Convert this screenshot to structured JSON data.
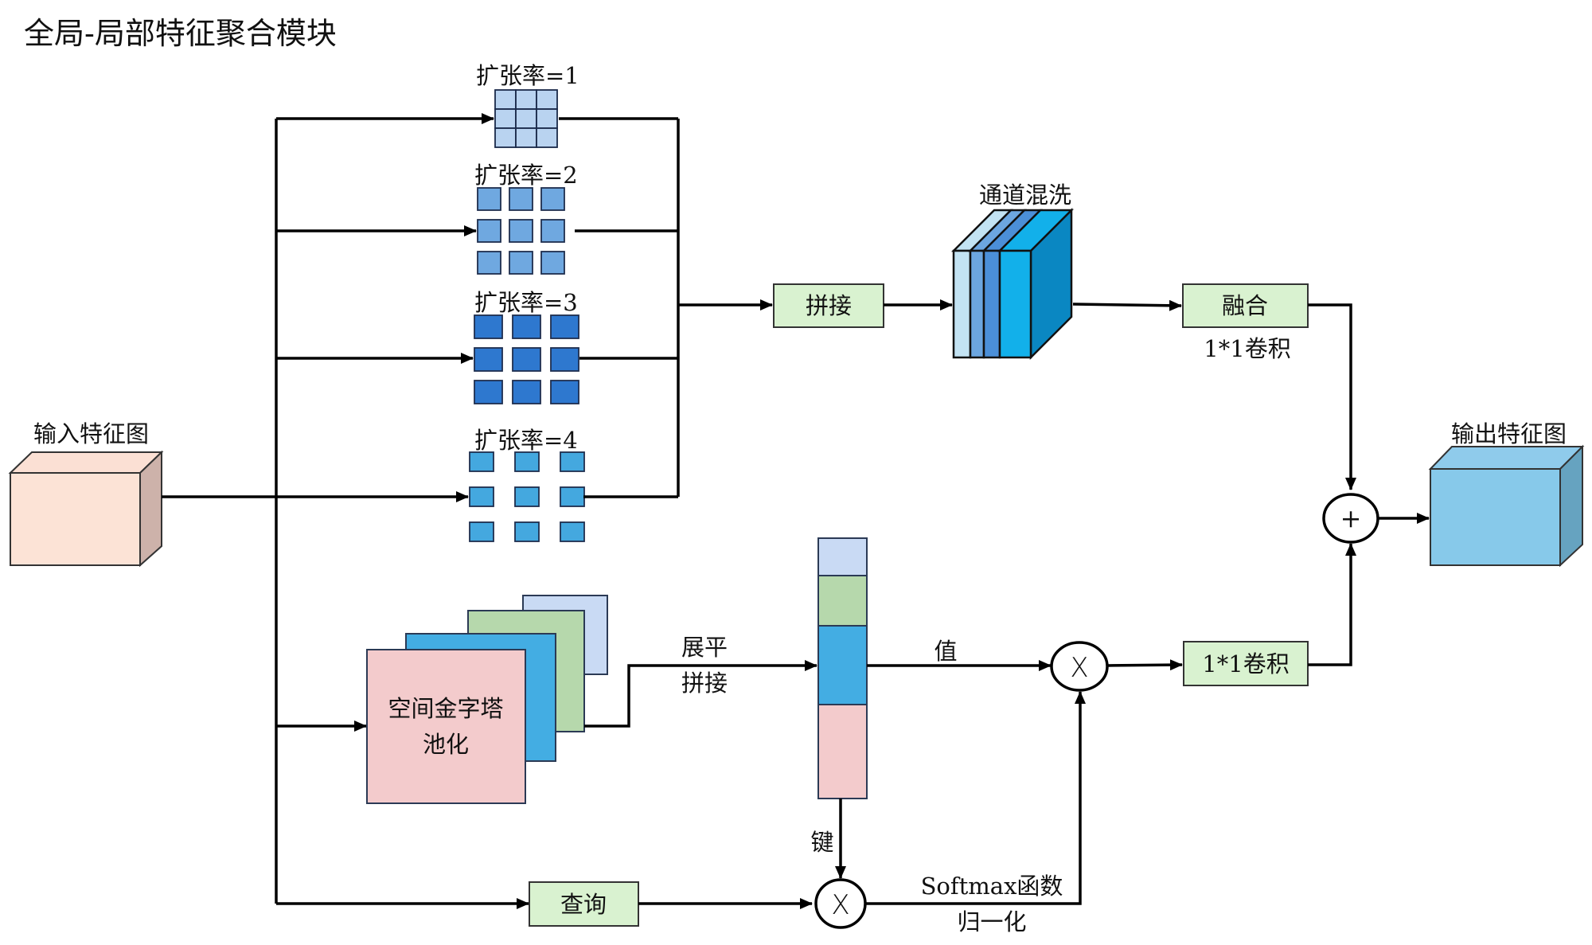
{
  "title": "全局-局部特征聚合模块",
  "input": {
    "label": "输入特征图",
    "color_front": "#fce3d6",
    "color_top": "#fbe0d4",
    "color_side": "#cdb2aa"
  },
  "output": {
    "label": "输出特征图",
    "color_front": "#87c9ea",
    "color_top": "#8fcbeb",
    "color_side": "#66a3c0"
  },
  "dilation_branches": [
    {
      "label": "扩张率=1",
      "color": "#b9d3f0",
      "style": "dense"
    },
    {
      "label": "扩张率=2",
      "color": "#6fa8e0",
      "style": "spaced"
    },
    {
      "label": "扩张率=3",
      "color": "#2e78cf",
      "style": "spaced"
    },
    {
      "label": "扩张率=4",
      "color": "#44a8df",
      "style": "sparse"
    }
  ],
  "concat_box": {
    "label": "拼接",
    "color": "#d9f2d0"
  },
  "shuffle": {
    "label": "通道混洗",
    "layers": [
      "#c3e3f3",
      "#6ca6e0",
      "#4b8fd8",
      "#12b0ea"
    ],
    "side_color": "#0a87c2"
  },
  "fuse_box": {
    "label": "融合",
    "caption": "1*1卷积",
    "color": "#d9f2d0"
  },
  "plus_op": {
    "symbol": "+"
  },
  "spp": {
    "label_line1": "空间金字塔",
    "label_line2": "池化",
    "layers": [
      "#c9daf4",
      "#b6d8ac",
      "#43ade3",
      "#f3cbcc"
    ]
  },
  "flatten": {
    "label_line1": "展平",
    "label_line2": "拼接"
  },
  "vector": {
    "segments": [
      "#c9daf4",
      "#b6d8ac",
      "#43ade3",
      "#f3cbcc"
    ]
  },
  "value_label": "值",
  "key_label": "键",
  "mult_op": {
    "symbol": "X"
  },
  "conv_box": {
    "label": "1*1卷积",
    "color": "#d9f2d0"
  },
  "query_box": {
    "label": "查询",
    "color": "#d9f2d0"
  },
  "softmax": {
    "label_line1": "Softmax函数",
    "label_line2": "归一化"
  }
}
